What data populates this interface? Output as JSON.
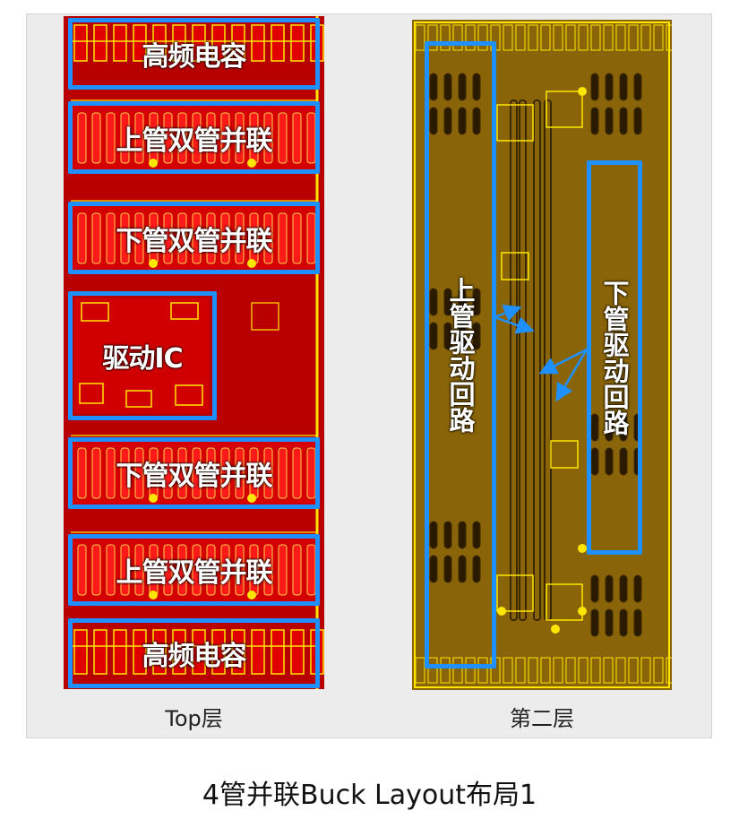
{
  "top_layer": {
    "caption": "Top层",
    "zones": [
      {
        "id": "hf-cap-top",
        "label": "高频电容"
      },
      {
        "id": "high-side-a",
        "label": "上管双管并联"
      },
      {
        "id": "low-side-a",
        "label": "下管双管并联"
      },
      {
        "id": "driver-ic",
        "label": "驱动IC"
      },
      {
        "id": "low-side-b",
        "label": "下管双管并联"
      },
      {
        "id": "high-side-b",
        "label": "上管双管并联"
      },
      {
        "id": "hf-cap-bottom",
        "label": "高频电容"
      }
    ]
  },
  "second_layer": {
    "caption": "第二层",
    "zones": [
      {
        "id": "high-side-drive-loop",
        "label": "上管驱动回路"
      },
      {
        "id": "low-side-drive-loop",
        "label": "下管驱动回路"
      }
    ]
  },
  "title": "4管并联Buck Layout布局1",
  "colors": {
    "highlight_box": "#1e90ff",
    "top_copper": "#c40000",
    "inner_copper": "#8a6408",
    "silkscreen": "#ffe600"
  }
}
